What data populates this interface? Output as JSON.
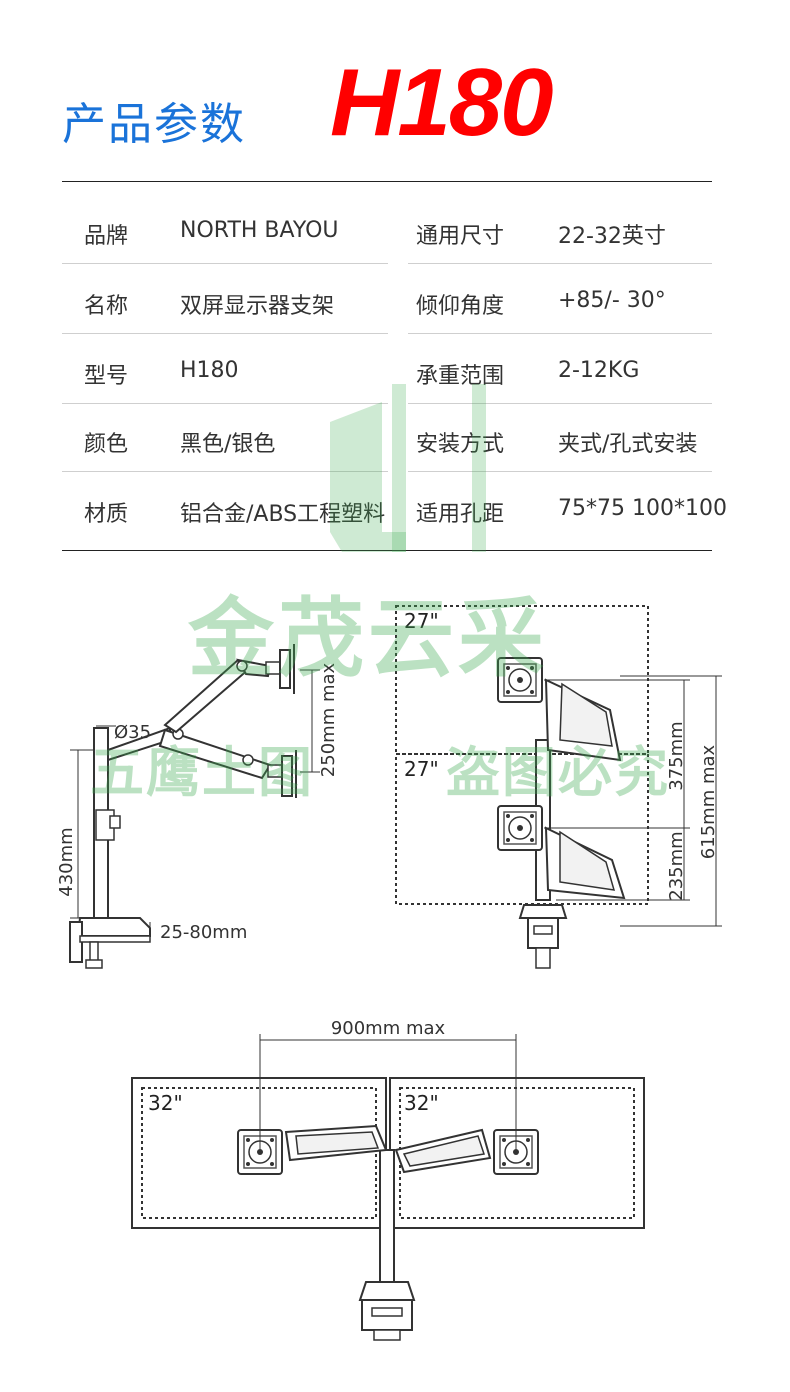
{
  "header": {
    "title_cn": "产品参数",
    "model": "H180"
  },
  "specs_left": [
    {
      "key": "品牌",
      "value": "NORTH BAYOU"
    },
    {
      "key": "名称",
      "value": "双屏显示器支架"
    },
    {
      "key": "型号",
      "value": "H180"
    },
    {
      "key": "颜色",
      "value": "黑色/银色"
    },
    {
      "key": "材质",
      "value": "铝合金/ABS工程塑料"
    }
  ],
  "specs_right": [
    {
      "key": "通用尺寸",
      "value": "22-32英寸"
    },
    {
      "key": "倾仰角度",
      "value": "+85/- 30°"
    },
    {
      "key": "承重范围",
      "value": "2-12KG"
    },
    {
      "key": "安装方式",
      "value": "夹式/孔式安装"
    },
    {
      "key": "适用孔距",
      "value": "75*75 100*100"
    }
  ],
  "dimensions": {
    "pole_diameter": "Ø35",
    "pole_height": "430mm",
    "arm_height": "250mm max",
    "clamp_range": "25-80mm",
    "monitor_size_small": "27\"",
    "stack_upper": "375mm",
    "stack_lower": "235mm",
    "stack_total": "615mm max",
    "width_max": "900mm max",
    "monitor_size_large": "32\""
  },
  "watermark": {
    "brand": "金茂云采",
    "left": "五鹰土图",
    "right": "盗图必究"
  }
}
